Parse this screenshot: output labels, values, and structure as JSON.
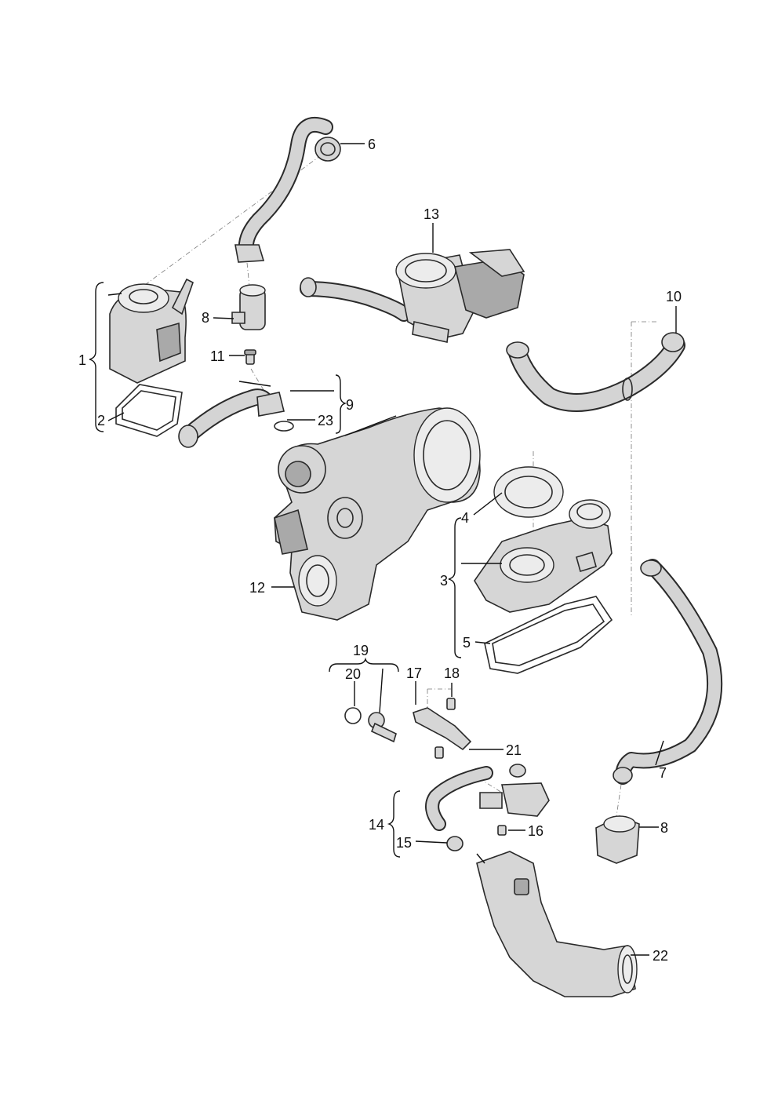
{
  "diagram": {
    "callouts": {
      "c1": "1",
      "c2": "2",
      "c3": "3",
      "c4": "4",
      "c5": "5",
      "c6": "6",
      "c7": "7",
      "c8a": "8",
      "c8b": "8",
      "c9": "9",
      "c10": "10",
      "c11": "11",
      "c12": "12",
      "c13": "13",
      "c14": "14",
      "c15": "15",
      "c16": "16",
      "c17": "17",
      "c18": "18",
      "c19": "19",
      "c20": "20",
      "c21": "21",
      "c22": "22",
      "c23": "23"
    }
  }
}
